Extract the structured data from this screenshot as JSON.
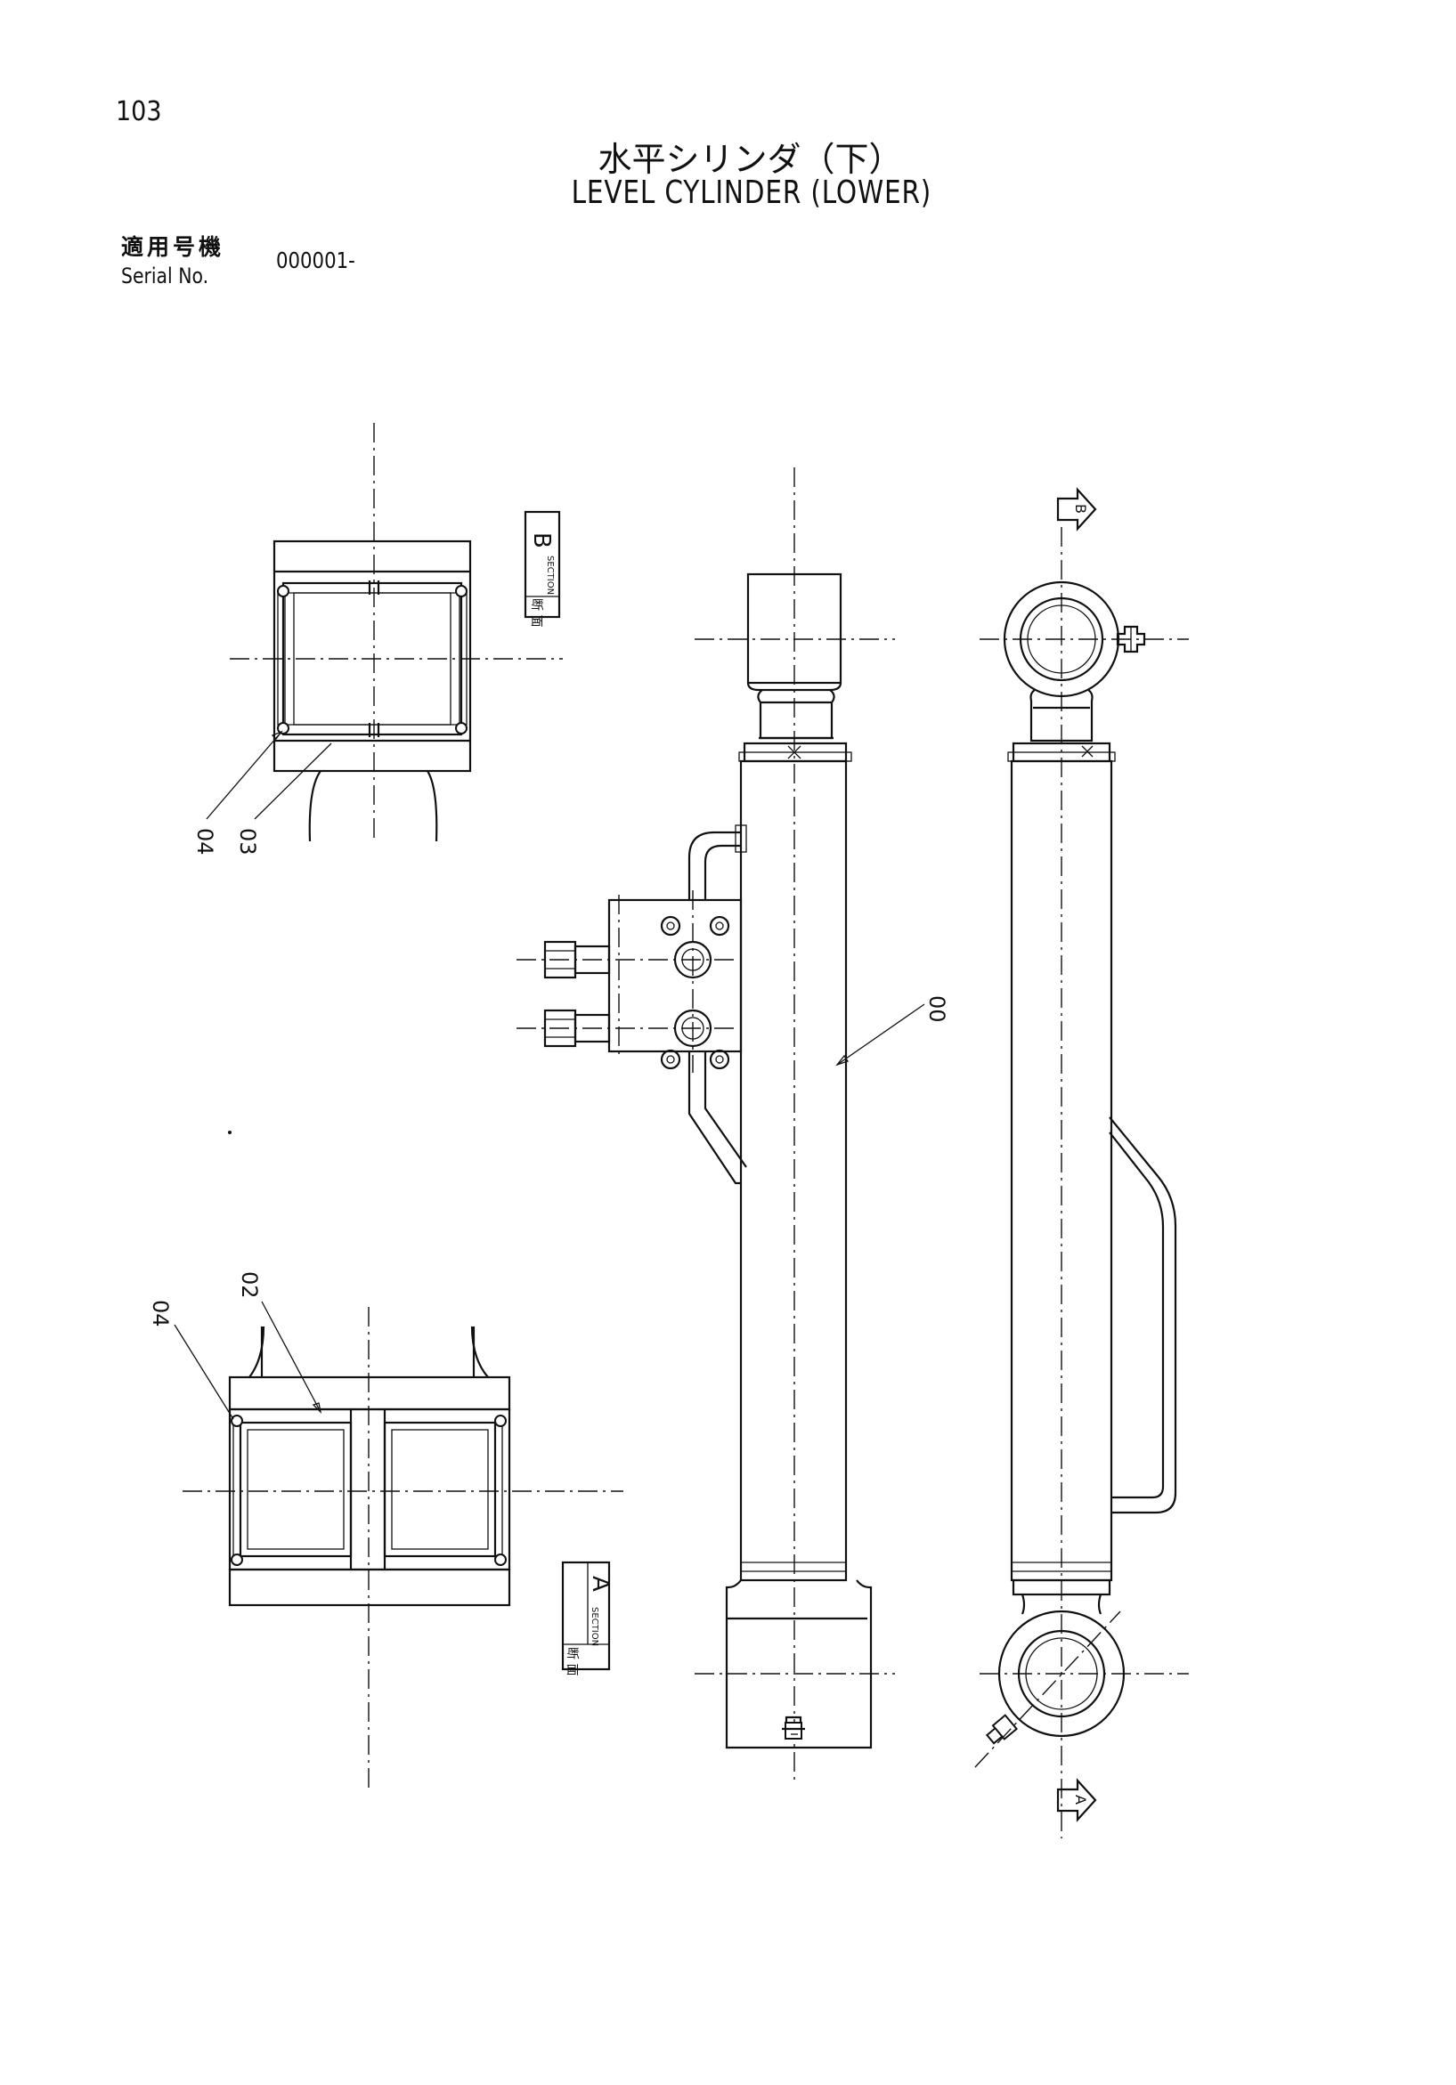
{
  "header": {
    "page_number": "103",
    "title_jp": "水平シリンダ（下）",
    "title_en": "LEVEL CYLINDER (LOWER)"
  },
  "serial": {
    "label_jp": "適用号機",
    "label_en": "Serial No.",
    "value": "000001-"
  },
  "sections": {
    "b_jp": "断 面",
    "b_en": "SECTION",
    "b_letter": "B",
    "a_jp": "断 面",
    "a_en": "SECTION",
    "a_letter": "A"
  },
  "callouts": {
    "part_00": "00",
    "part_02": "02",
    "part_03": "03",
    "part_04_top": "04",
    "part_04_bottom": "04"
  },
  "view_arrows": {
    "arrow_b": "B",
    "arrow_a": "A"
  }
}
